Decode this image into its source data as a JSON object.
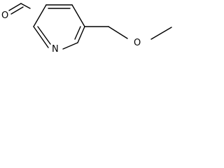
{
  "molecule": {
    "atoms": {
      "aldehyde_oxygen": "O",
      "ring_nitrogen": "N",
      "ether_oxygen": "O"
    }
  }
}
